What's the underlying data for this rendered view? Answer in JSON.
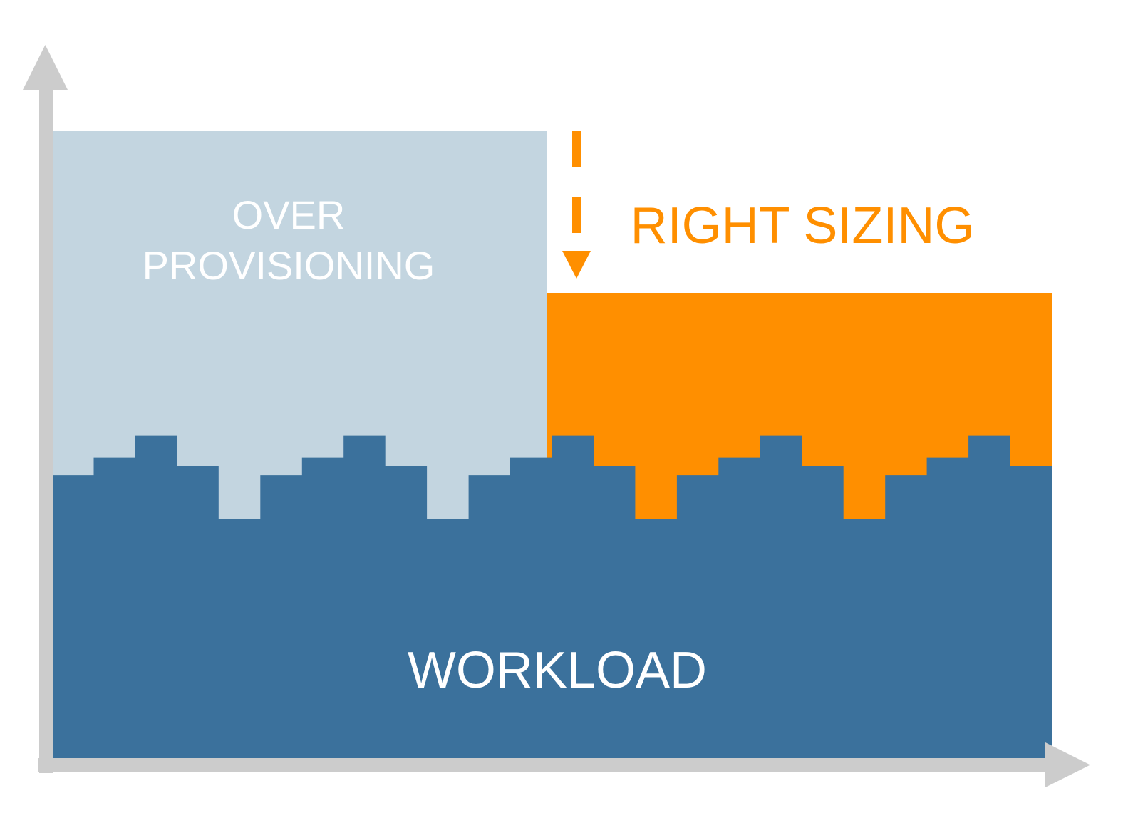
{
  "labels": {
    "over_provisioning_line1": "OVER",
    "over_provisioning_line2": "PROVISIONING",
    "right_sizing": "RIGHT SIZING",
    "workload": "WORKLOAD"
  },
  "workload_steps": [
    0.38,
    0.53,
    0.72,
    0.46,
    0.0,
    0.38,
    0.53,
    0.72,
    0.46,
    0.0,
    0.38,
    0.53,
    0.72,
    0.46,
    0.0,
    0.38,
    0.53,
    0.72,
    0.46,
    0.0,
    0.38,
    0.53,
    0.72,
    0.46
  ],
  "colors": {
    "over_provisioning": "#c3d5e0",
    "right_sizing": "#ff8f00",
    "workload": "#3b719c",
    "axis": "#cccccc",
    "background": "#ffffff"
  },
  "icons": {
    "y_axis_arrow": "arrow-up-icon",
    "x_axis_arrow": "arrow-right-icon",
    "reduction_arrow": "dashed-arrow-down-icon"
  }
}
